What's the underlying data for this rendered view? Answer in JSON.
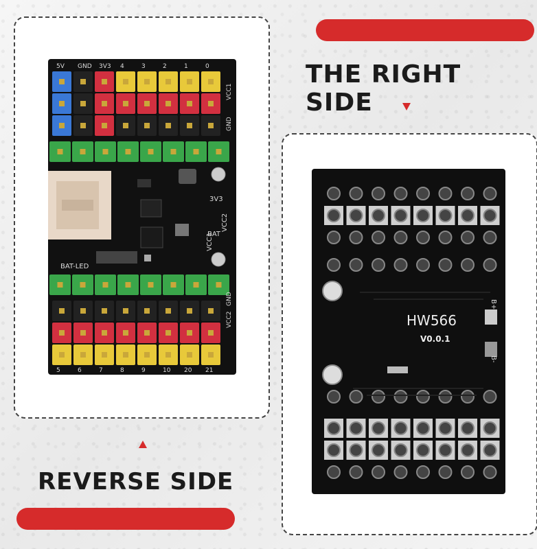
{
  "headings": {
    "right_side": "THE RIGHT SIDE",
    "reverse_side": "REVERSE SIDE"
  },
  "colors": {
    "accent": "#d62b2b",
    "text": "#1b1b1b",
    "pcb": "#111111"
  },
  "front_board": {
    "top_labels": [
      "5V",
      "GND",
      "3V3",
      "4",
      "3",
      "2",
      "1",
      "0"
    ],
    "side_labels": [
      "VCC1",
      "GND"
    ],
    "bottom_labels": [
      "5",
      "6",
      "7",
      "8",
      "9",
      "10",
      "20",
      "21"
    ],
    "side_labels_bottom": [
      "VCC2",
      "GND"
    ],
    "silk_labels": [
      "3V3",
      "VCC2",
      "VCC1",
      "BAT"
    ],
    "led_label": "BAT-LED"
  },
  "back_board": {
    "model": "HW566",
    "version": "V0.0.1",
    "b_plus": "B+",
    "b_minus": "B-"
  }
}
